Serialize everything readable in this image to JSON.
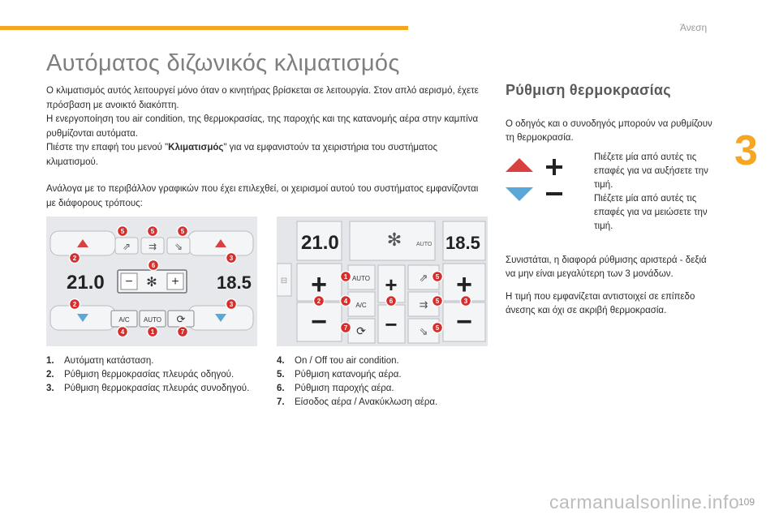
{
  "header": {
    "section_name": "Άνεση",
    "chapter_number": "3",
    "page_number": "109"
  },
  "title": "Αυτόματος διζωνικός κλιματισμός",
  "intro": {
    "p1": "Ο κλιματισμός αυτός λειτουργεί μόνο όταν ο κινητήρας βρίσκεται σε λειτουργία. Στον απλό αερισμό, έχετε πρόσβαση με ανοικτό διακόπτη.",
    "p2": "Η ενεργοποίηση του air condition, της θερμοκρασίας, της παροχής και της κατανομής αέρα στην καμπίνα ρυθμίζονται αυτόματα.",
    "p3_before": "Πιέστε την επαφή του μενού \"",
    "p3_bold": "Κλιματισμός",
    "p3_after": "\" για να εμφανιστούν τα χειριστήρια του συστήματος κλιματισμού."
  },
  "para2": "Ανάλογα με το περιβάλλον γραφικών που έχει επιλεχθεί, οι χειρισμοί αυτού του συστήματος εμφανίζονται με διάφορους τρόπους:",
  "panel1": {
    "temp_left": "21.0",
    "temp_right": "18.5",
    "btn_ac": "A/C",
    "btn_auto": "AUTO"
  },
  "panel2": {
    "temp_left": "21.0",
    "temp_right": "18.5",
    "btn_auto": "AUTO",
    "btn_ac": "A/C",
    "fan_auto": "AUTO"
  },
  "callouts": [
    "1",
    "2",
    "3",
    "4",
    "5",
    "6",
    "7"
  ],
  "legend_left": [
    {
      "num": "1.",
      "text": "Αυτόματη κατάσταση."
    },
    {
      "num": "2.",
      "text": "Ρύθμιση θερμοκρασίας πλευράς οδηγού."
    },
    {
      "num": "3.",
      "text": "Ρύθμιση θερμοκρασίας πλευράς συνοδηγού."
    }
  ],
  "legend_right": [
    {
      "num": "4.",
      "text": "On / Off του air condition."
    },
    {
      "num": "5.",
      "text": "Ρύθμιση κατανομής αέρα."
    },
    {
      "num": "6.",
      "text": "Ρύθμιση παροχής αέρα."
    },
    {
      "num": "7.",
      "text": "Είσοδος αέρα / Ανακύκλωση αέρα."
    }
  ],
  "right": {
    "title": "Ρύθμιση θερμοκρασίας",
    "intro": "Ο οδηγός και ο συνοδηγός μπορούν να ρυθμίζουν τη θερμοκρασία.",
    "bullets": [
      "Πιέζετε μία από αυτές τις επαφές για να αυξήσετε την τιμή.",
      "Πιέζετε μία από αυτές τις επαφές για να μειώσετε την τιμή."
    ],
    "bullet_glyph": "",
    "note1": "Συνιστάται, η διαφορά ρύθμισης αριστερά - δεξιά να μην είναι μεγαλύτερη των 3 μονάδων.",
    "note2": "Η τιμή που εμφανίζεται αντιστοιχεί σε επίπεδο άνεσης και όχι σε ακριβή θερμοκρασία."
  },
  "watermark": "carmanualsonline.info",
  "colors": {
    "accent": "#f5a623",
    "callout": "#d62d2d",
    "up_arrow": "#d94040",
    "down_arrow": "#5aa7d8"
  }
}
